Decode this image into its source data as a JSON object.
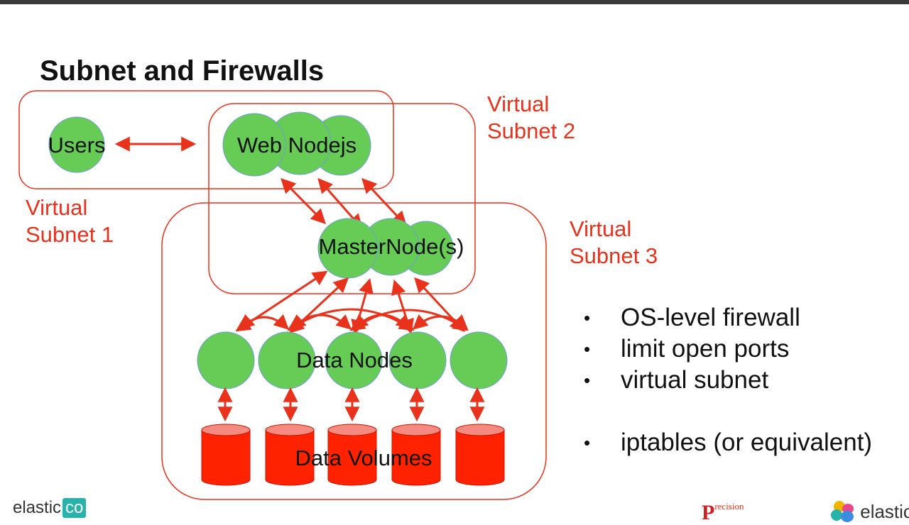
{
  "title": "Subnet and Firewalls",
  "subnets": {
    "subnet1": [
      "Virtual",
      "Subnet 1"
    ],
    "subnet2": [
      "Virtual",
      "Subnet 2"
    ],
    "subnet3": [
      "Virtual",
      "Subnet 3"
    ]
  },
  "nodes": {
    "users": "Users",
    "web_nodejs": "Web Nodejs",
    "master": "MasterNode(s)",
    "data_nodes": "Data Nodes",
    "data_volumes": "Data Volumes"
  },
  "bullets": [
    "OS-level firewall",
    "limit open ports",
    "virtual subnet",
    "iptables (or equivalent)"
  ],
  "footer": {
    "left_brand": "elastic",
    "left_brand_suffix": "co",
    "mid_brand_initial": "P",
    "mid_brand_rest": "recision",
    "right_brand": "elastic"
  },
  "colors": {
    "accent": "#e8321c",
    "node_fill": "#66cc55",
    "volume_fill": "#ff2200"
  }
}
